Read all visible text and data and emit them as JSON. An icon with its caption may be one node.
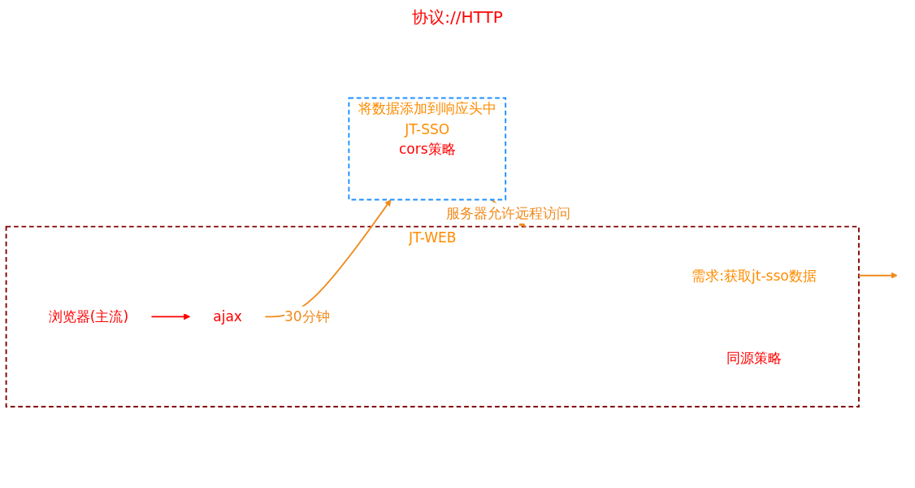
{
  "diagram": {
    "nodes": [
      {
        "text": [
          "JT-WEB"
        ]
      },
      {
        "text": [
          "需求:获取jt-sso数据"
        ],
        "in": 0
      },
      {
        "text": [
          "浏览器(主流)"
        ],
        "in": 0
      },
      {
        "text": [
          "ajax"
        ],
        "in": 0
      },
      {
        "text": [
          "同源策略"
        ],
        "in": 0
      },
      {
        "text": [
          "JT-SSO"
        ],
        "beside": [
          "将数据添加到响应头中"
        ]
      },
      {
        "text": [
          "cors策略"
        ],
        "in": 5
      }
    ],
    "edges": [
      {
        "from": 2,
        "to": 3,
        "arrow": "to",
        "color": "#ff0000"
      },
      {
        "from": 3,
        "to": 5,
        "label": "30分钟",
        "arrow": "to"
      },
      {
        "from": 5,
        "to": 0,
        "label": "服务器允许远程访问",
        "arrow": "to"
      },
      {
        "from": 0,
        "to": null,
        "arrow": "to"
      }
    ],
    "labels": [
      "协议://HTTP"
    ]
  }
}
